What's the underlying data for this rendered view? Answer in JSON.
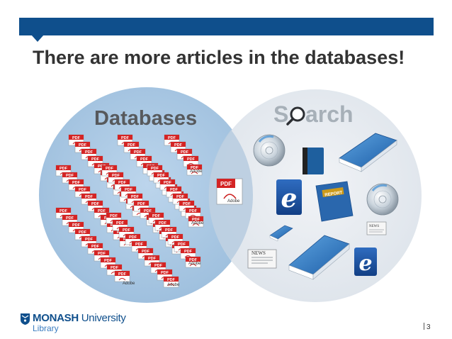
{
  "slide": {
    "title": "There are more articles in the databases!",
    "page_number": "3"
  },
  "venn": {
    "left_label": "Databases",
    "right_label_part1": "S",
    "right_label_part2": "arch",
    "pdf_label": "PDF",
    "adobe_label": "Adobe",
    "report_label": "REPORT",
    "news_label": "NEWS",
    "e_label": "e"
  },
  "footer": {
    "logo_bold": "MONASH",
    "logo_light": " University",
    "logo_sub": "Library"
  },
  "colors": {
    "brand_blue": "#0f4f8c",
    "databases_circle": "#a9c8e4",
    "search_circle": "#e4e9ee",
    "pdf_red": "#cc1f1f"
  }
}
